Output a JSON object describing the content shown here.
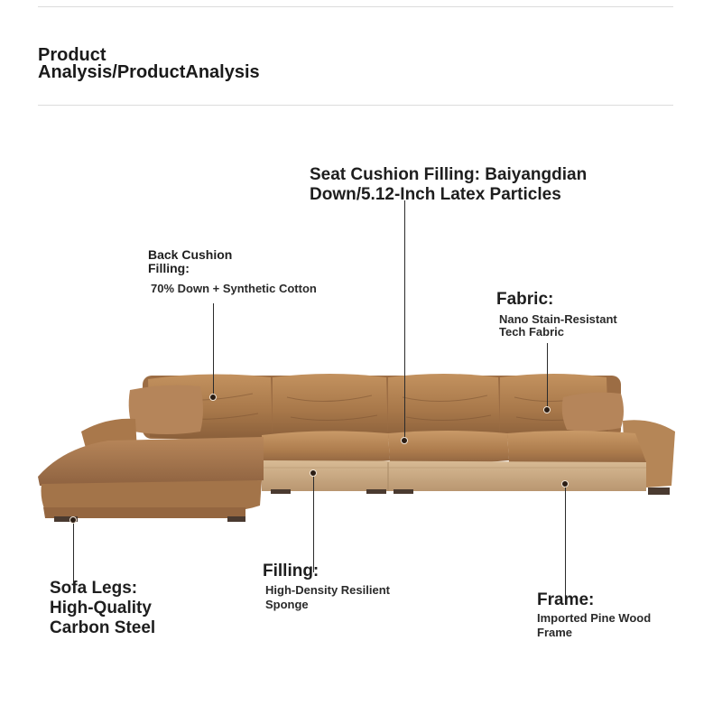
{
  "header": {
    "title_line1": "Product",
    "title_line2": "Analysis/ProductAnalysis"
  },
  "callouts": {
    "seat_cushion": {
      "line1": "Seat Cushion Filling: Baiyangdian",
      "line2": "Down/5.12-Inch Latex Particles"
    },
    "back_cushion": {
      "label_line1": "Back Cushion",
      "label_line2": "Filling:",
      "desc": "70% Down + Synthetic Cotton"
    },
    "fabric": {
      "label": "Fabric:",
      "desc_line1": "Nano Stain-Resistant",
      "desc_line2": "Tech Fabric"
    },
    "sofa_legs": {
      "line1": "Sofa Legs:",
      "line2": "High-Quality",
      "line3": "Carbon Steel"
    },
    "filling": {
      "label": "Filling:",
      "desc_line1": "High-Density Resilient",
      "desc_line2": "Sponge"
    },
    "frame": {
      "label": "Frame:",
      "desc_line1": "Imported Pine Wood",
      "desc_line2": "Frame"
    }
  },
  "colors": {
    "leather": "#b07e4f",
    "leather_light": "#c99a68",
    "leather_dark": "#7e5534",
    "base": "#cfae87",
    "leg": "#4a3a30"
  },
  "icons": {
    "marker": "callout-dot"
  }
}
